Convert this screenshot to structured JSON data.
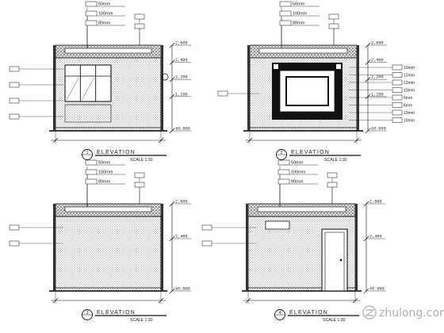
{
  "sheet": {
    "elevations": [
      {
        "id": "A",
        "title": "ELEVATION",
        "scale_text": "SCALE 1:30",
        "ref_number": "1",
        "dims": [
          "2,600",
          "2,400",
          "2,200",
          "1,100",
          "±0.000"
        ],
        "materials_top": [
          "50mm",
          "100mm",
          "80mm"
        ],
        "has_window": true,
        "has_door": false,
        "has_frame": false
      },
      {
        "id": "B",
        "title": "ELEVATION",
        "scale_text": "SCALE 1:30",
        "ref_number": "2",
        "dims": [
          "2,600",
          "2,400",
          "2,200",
          "1,100",
          "±0.000"
        ],
        "materials_top": [
          "50mm",
          "100mm",
          "80mm"
        ],
        "materials_right": [
          "10mm",
          "12mm",
          "12mm",
          "10mm",
          "6mm",
          "6mm",
          "10mm",
          "10mm"
        ],
        "has_window": false,
        "has_door": false,
        "has_frame": true
      },
      {
        "id": "C",
        "title": "ELEVATION",
        "scale_text": "SCALE 1:30",
        "ref_number": "3",
        "dims": [
          "2,600",
          "2,400",
          "±0.000"
        ],
        "materials_top": [
          "50mm",
          "100mm",
          "80mm"
        ],
        "has_window": false,
        "has_door": false,
        "has_frame": false
      },
      {
        "id": "D",
        "title": "ELEVATION",
        "scale_text": "SCALE 1:30",
        "ref_number": "4",
        "dims": [
          "2,600",
          "2,400",
          "±0.000"
        ],
        "materials_top": [
          "50mm",
          "100mm",
          "80mm"
        ],
        "has_window": false,
        "has_door": true,
        "has_frame": false
      }
    ],
    "watermark": "zhulong.com"
  }
}
